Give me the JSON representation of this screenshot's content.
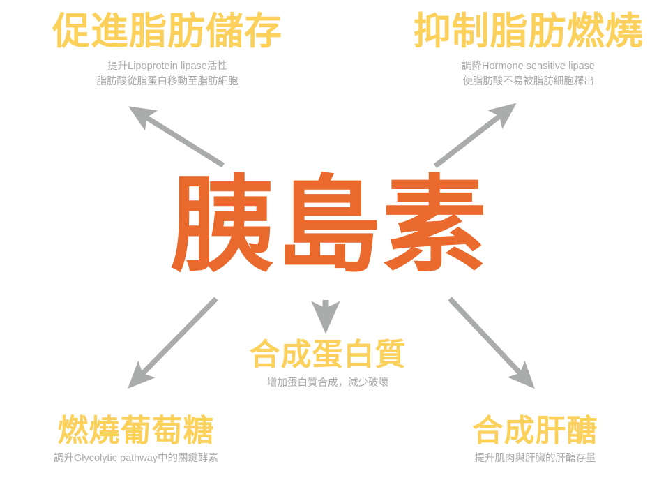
{
  "diagram": {
    "background_color": "#ffffff",
    "title_color": "#fbd05b",
    "center_color": "#ea6a2d",
    "subtitle_color": "#a9a9a9",
    "arrow_color": "#a9acaa",
    "center": {
      "label": "胰島素"
    },
    "nodes": [
      {
        "id": "fat-storage",
        "title": "促進脂肪儲存",
        "sub_line1": "提升Lipoprotein lipase活性",
        "sub_line2": "脂肪酸從脂蛋白移動至脂肪細胞"
      },
      {
        "id": "fat-burning",
        "title": "抑制脂肪燃燒",
        "sub_line1": "調降Hormone sensitive lipase",
        "sub_line2": "使脂肪酸不易被脂肪細胞釋出"
      },
      {
        "id": "protein",
        "title": "合成蛋白質",
        "sub_line1": "增加蛋白質合成，減少破壞"
      },
      {
        "id": "glucose",
        "title": "燃燒葡萄糖",
        "sub_line1": "調升Glycolytic pathway中的關鍵酵素"
      },
      {
        "id": "glycogen",
        "title": "合成肝醣",
        "sub_line1": "提升肌肉與肝臟的肝醣存量"
      }
    ],
    "arrows": [
      {
        "id": "arrow-to-fat-storage",
        "direction": "up-left"
      },
      {
        "id": "arrow-to-fat-burning",
        "direction": "up-right"
      },
      {
        "id": "arrow-to-protein",
        "direction": "down"
      },
      {
        "id": "arrow-to-glucose",
        "direction": "down-left"
      },
      {
        "id": "arrow-to-glycogen",
        "direction": "down-right"
      }
    ]
  }
}
